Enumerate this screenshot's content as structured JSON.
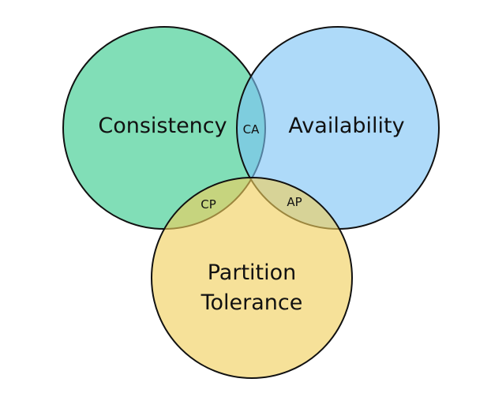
{
  "diagram": {
    "colors": {
      "consistency": "#34c98a",
      "availability": "#7cc4f6",
      "partition": "#f0cf5b",
      "stroke": "#111111"
    },
    "labels": {
      "consistency": "Consistency",
      "availability": "Availability",
      "partition_line1": "Partition",
      "partition_line2": "Tolerance",
      "ca": "CA",
      "cp": "CP",
      "ap": "AP"
    }
  }
}
